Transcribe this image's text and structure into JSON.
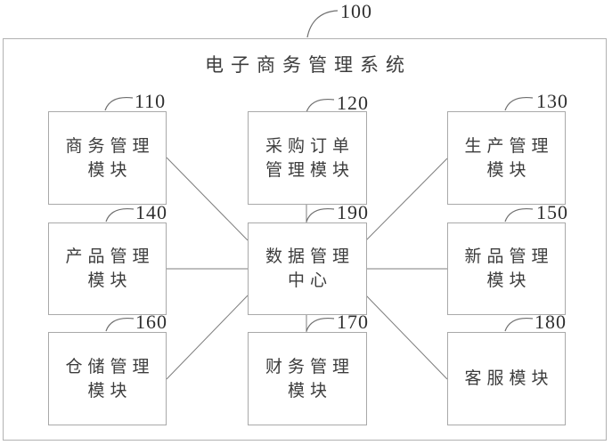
{
  "figure": {
    "type": "block-diagram",
    "background": "#ffffff"
  },
  "colors": {
    "outer_border": "#b2b2b2",
    "box_border": "#a9a9a9",
    "connector_line": "#7d7d7d",
    "callout_arc": "#6e6e6e",
    "label_text": "#3d3d3d",
    "ref_text": "#2f2f2f"
  },
  "diagram": {
    "system": {
      "ref": "100",
      "label": "电子商务管理系统"
    },
    "modules": [
      {
        "id": "business-management",
        "ref": "110",
        "label": "商务管理模块",
        "lines": [
          "商务管理",
          "模块"
        ]
      },
      {
        "id": "purchase-order-management",
        "ref": "120",
        "label": "采购订单管理模块",
        "lines": [
          "采购订单",
          "管理模块"
        ]
      },
      {
        "id": "production-management",
        "ref": "130",
        "label": "生产管理模块",
        "lines": [
          "生产管理",
          "模块"
        ]
      },
      {
        "id": "product-management",
        "ref": "140",
        "label": "产品管理模块",
        "lines": [
          "产品管理",
          "模块"
        ]
      },
      {
        "id": "data-management-center",
        "ref": "190",
        "label": "数据管理中心",
        "lines": [
          "数据管理",
          "中心"
        ]
      },
      {
        "id": "new-product-management",
        "ref": "150",
        "label": "新品管理模块",
        "lines": [
          "新品管理",
          "模块"
        ]
      },
      {
        "id": "warehouse-management",
        "ref": "160",
        "label": "仓储管理模块",
        "lines": [
          "仓储管理",
          "模块"
        ]
      },
      {
        "id": "financial-management",
        "ref": "170",
        "label": "财务管理模块",
        "lines": [
          "财务管理",
          "模块"
        ]
      },
      {
        "id": "customer-service",
        "ref": "180",
        "label": "客服模块",
        "lines": [
          "客服模块"
        ]
      }
    ],
    "edges": [
      {
        "from": "110",
        "to": "190"
      },
      {
        "from": "120",
        "to": "190"
      },
      {
        "from": "130",
        "to": "190"
      },
      {
        "from": "140",
        "to": "190"
      },
      {
        "from": "150",
        "to": "190"
      },
      {
        "from": "160",
        "to": "190"
      },
      {
        "from": "170",
        "to": "190"
      },
      {
        "from": "180",
        "to": "190"
      }
    ]
  }
}
